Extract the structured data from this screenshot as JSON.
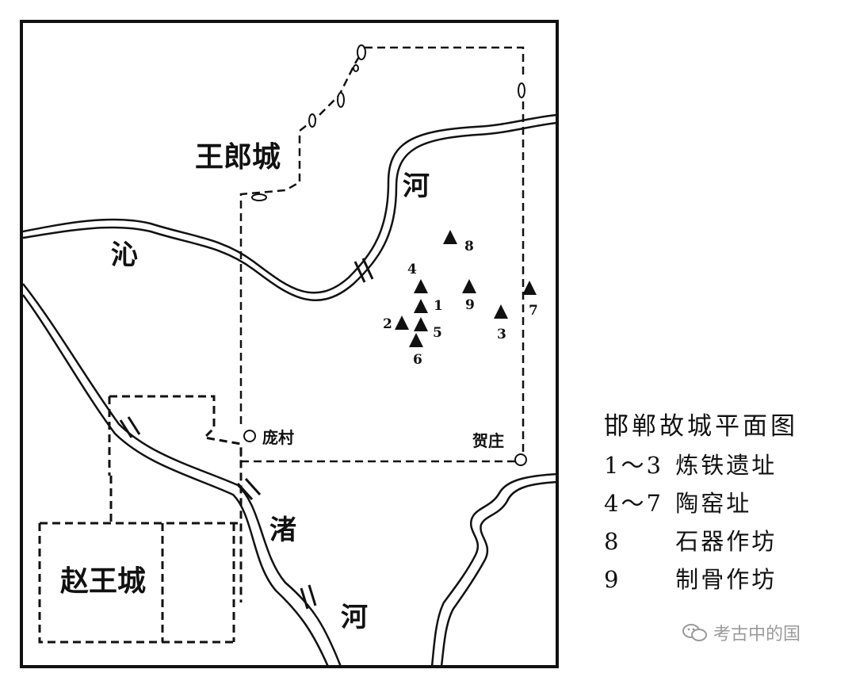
{
  "map": {
    "labels": {
      "wanglang_city": "王郎城",
      "zhao_king_city": "赵王城",
      "qin_river_char1": "沁",
      "qin_river_char2": "河",
      "zhu_river_char1": "渚",
      "zhu_river_char2": "河",
      "pangcun": "庞村",
      "hezhuang": "贺庄"
    },
    "sites": [
      {
        "num": "1",
        "type": "iron-smelting"
      },
      {
        "num": "2",
        "type": "iron-smelting"
      },
      {
        "num": "3",
        "type": "iron-smelting"
      },
      {
        "num": "4",
        "type": "pottery-kiln"
      },
      {
        "num": "5",
        "type": "pottery-kiln"
      },
      {
        "num": "6",
        "type": "pottery-kiln"
      },
      {
        "num": "7",
        "type": "pottery-kiln"
      },
      {
        "num": "8",
        "type": "stone-workshop"
      },
      {
        "num": "9",
        "type": "bone-workshop"
      }
    ],
    "colors": {
      "ink": "#111111",
      "paper": "#ffffff",
      "watermark": "#9a9a9a"
    }
  },
  "legend": {
    "title": "邯郸故城平面图",
    "rows": [
      {
        "range": "1～3",
        "desc": "炼铁遗址"
      },
      {
        "range": "4～7",
        "desc": "陶窑址"
      },
      {
        "range": "8",
        "desc": "石器作坊"
      },
      {
        "range": "9",
        "desc": "制骨作坊"
      }
    ]
  },
  "watermark": {
    "text": "考古中的国",
    "icon": "wechat-icon"
  }
}
